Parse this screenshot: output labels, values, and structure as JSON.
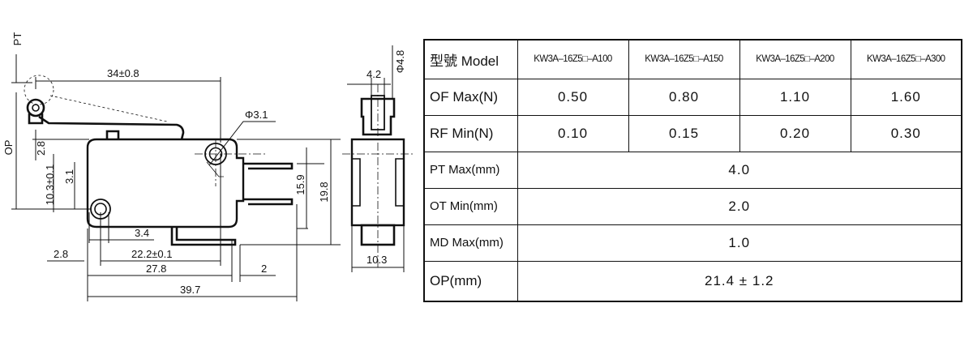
{
  "drawing": {
    "labels": {
      "pt": "PT",
      "op": "OP",
      "length_roller": "34±0.8",
      "hole_dia": "Φ3.1",
      "h_28": "2.8",
      "h_103": "10.3±0.1",
      "h_31": "3.1",
      "h_159": "15.9",
      "h_198": "19.8",
      "w_34": "3.4",
      "w_28": "2.8",
      "w_222": "22.2±0.1",
      "w_278": "27.8",
      "w_2": "2",
      "w_397": "39.7",
      "side_42": "4.2",
      "side_dia48": "Φ4.8",
      "side_103": "10.3"
    }
  },
  "table": {
    "header_label": "型號 Model",
    "models": [
      "KW3A–16Z5□–A100",
      "KW3A–16Z5□–A150",
      "KW3A–16Z5□–A200",
      "KW3A–16Z5□–A300"
    ],
    "rows": [
      {
        "label": "OF Max(N)",
        "values": [
          "0.50",
          "0.80",
          "1.10",
          "1.60"
        ]
      },
      {
        "label": "RF Min(N)",
        "values": [
          "0.10",
          "0.15",
          "0.20",
          "0.30"
        ]
      }
    ],
    "merged_rows": [
      {
        "label": "PT Max(mm)",
        "value": "4.0"
      },
      {
        "label": "OT Min(mm)",
        "value": "2.0"
      },
      {
        "label": "MD Max(mm)",
        "value": "1.0"
      },
      {
        "label": "OP(mm)",
        "value": "21.4 ± 1.2"
      }
    ]
  }
}
